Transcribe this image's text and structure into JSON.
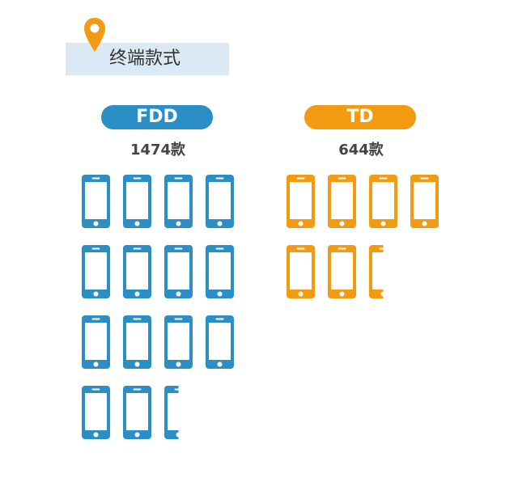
{
  "title": "终端款式",
  "colors": {
    "fdd": "#2b8fc6",
    "td": "#f29a12",
    "title_bar": "#dbe9f4",
    "pin": "#f29a12"
  },
  "icons": {
    "marker": "map-pin-icon",
    "unit": "phone-icon"
  },
  "chart_data": {
    "type": "pictogram",
    "unit": "phone-icon",
    "groups": [
      {
        "label": "FDD",
        "count_text": "1474款",
        "value": 1474,
        "icons_shown": 14.5,
        "color": "#2b8fc6"
      },
      {
        "label": "TD",
        "count_text": "644款",
        "value": 644,
        "icons_shown": 6.5,
        "color": "#f29a12"
      }
    ]
  }
}
